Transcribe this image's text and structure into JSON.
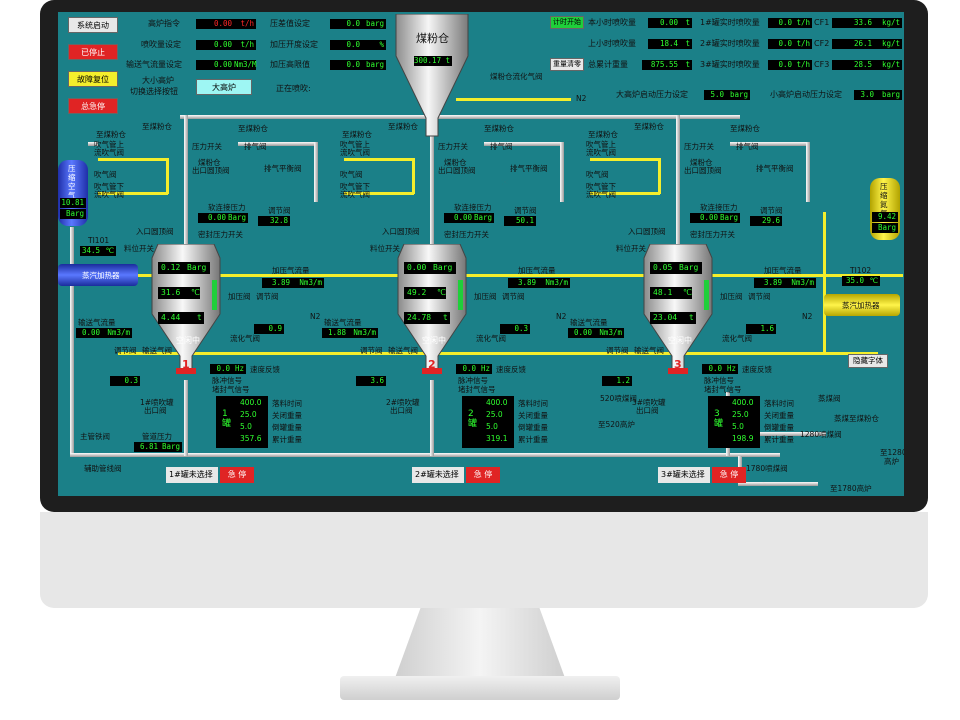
{
  "top_left_buttons": {
    "start": "系统启动",
    "stopped": "已停止",
    "fault_reset": "故障复位",
    "estop": "总急停"
  },
  "setpoints": {
    "hp_cmd_label": "高炉指令",
    "hp_cmd_value": "0.00",
    "hp_cmd_unit": "t/h",
    "spray_set_label": "喷吹量设定",
    "spray_set_value": "0.00",
    "spray_set_unit": "t/h",
    "conv_flow_label": "输送气流量设定",
    "conv_flow_value": "0.00",
    "conv_flow_unit": "Nm3/M",
    "dp_set_label": "压差值设定",
    "dp_set_value": "0.0",
    "dp_set_unit": "barg",
    "press_open_label": "加压开度设定",
    "press_open_value": "0.0",
    "press_open_unit": "%",
    "press_high_label": "加压高限值",
    "press_high_value": "0.0",
    "press_high_unit": "barg"
  },
  "furnace_switch": {
    "label_line1": "大小高炉",
    "label_line2": "切换选择按钮",
    "button": "大高炉",
    "spraying_label": "正在喷吹:"
  },
  "coal_bin": {
    "title": "煤粉仓",
    "value": "300.17",
    "unit": "t",
    "fluid_label": "煤粉仓流化气阀",
    "n2": "N2"
  },
  "top_right": {
    "timer_button": "计时开始",
    "big_hour_label": "本小时喷吹量",
    "big_hour_value": "0.00",
    "big_hour_unit": "t",
    "last_hour_label": "上小时喷吹量",
    "last_hour_value": "18.4",
    "last_hour_unit": "t",
    "reset_button": "重量清零",
    "total_label": "总累计重量",
    "total_value": "875.55",
    "total_unit": "t",
    "tank1_label": "1#罐实时喷吹量",
    "tank1_value": "0.0",
    "tank1_unit": "t/h",
    "cf1_label": "CF1",
    "cf1_value": "33.6",
    "cf1_unit": "kg/t",
    "tank2_label": "2#罐实时喷吹量",
    "tank2_value": "0.0",
    "tank2_unit": "t/h",
    "cf2_label": "CF2",
    "cf2_value": "26.1",
    "cf2_unit": "kg/t",
    "tank3_label": "3#罐实时喷吹量",
    "tank3_value": "0.0",
    "tank3_unit": "t/h",
    "cf3_label": "CF3",
    "cf3_value": "28.5",
    "cf3_unit": "kg/t",
    "big_start_label": "大高炉启动压力设定",
    "big_start_value": "5.0",
    "big_start_unit": "barg",
    "small_start_label": "小高炉启动压力设定",
    "small_start_value": "3.0",
    "small_start_unit": "barg"
  },
  "air_tank": {
    "title": "压缩空气",
    "value": "10.81",
    "unit": "Barg",
    "temp_tag": "TI101",
    "temp_value": "34.5",
    "temp_unit": "℃",
    "heater": "蒸汽加热器"
  },
  "n2_tank": {
    "title": "压缩氮气",
    "value": "9.42",
    "unit": "Barg",
    "temp_tag": "TI102",
    "temp_value": "35.0",
    "temp_unit": "℃",
    "heater": "蒸汽加热器"
  },
  "common_labels": {
    "to_bin": "至煤粉仓",
    "blow_upper": "吹气管上",
    "blow_upper2": "流吹气阀",
    "blow_valve": "吹气阀",
    "blow_lower": "吹气管下",
    "blow_lower2": "流吹气阀",
    "press_switch": "压力开关",
    "exhaust_valve": "排气阀",
    "bin_outlet1": "煤粉仓",
    "bin_outlet2": "出口圆顶阀",
    "exhaust_balance": "排气平衡阀",
    "soft_press": "软连接压力",
    "reg_valve": "调节阀",
    "inlet_dome": "入口圆顶阀",
    "seal_switch": "密封压力开关",
    "level_switch": "料位开关",
    "press_flow": "加压气流量",
    "press_valve": "加压阀",
    "conv_flow": "输送气流量",
    "fluid_valve": "流化气阀",
    "conv_valve": "输送气阀",
    "state": "空闲中",
    "speed_fb": "速度反馈",
    "pulse_sig": "脉冲信号",
    "seal_sig": "堵封气信号",
    "fill_time": "落料时间",
    "close_weight": "关闭重量",
    "tank_weight": "倒罐重量",
    "cum_weight": "累计重量",
    "n2": "N2",
    "tank_word": "罐",
    "unselected": "罐未选择",
    "estop": "急 停"
  },
  "tanks": [
    {
      "index": "1",
      "press": "0.12",
      "press_unit": "Barg",
      "temp": "31.6",
      "temp_unit": "℃",
      "weight": "4.44",
      "weight_unit": "t",
      "soft_press": "0.00",
      "soft_unit": "Barg",
      "reg_open": "32.8",
      "press_flow": "3.89",
      "press_flow_unit": "Nm3/m",
      "press_open": "0.9",
      "conv_flow": "0.00",
      "conv_flow_unit": "Nm3/m",
      "conv_open": "0.3",
      "hz": "0.0",
      "hz_unit": "Hz",
      "outlet1": "1#喷吹罐",
      "outlet2": "出口阀",
      "info_s": "400.0",
      "info_w1": "25.0",
      "info_w2": "5.0",
      "info_cum": "357.6",
      "select": "1#罐未选择"
    },
    {
      "index": "2",
      "press": "0.00",
      "press_unit": "Barg",
      "temp": "49.2",
      "temp_unit": "℃",
      "weight": "24.78",
      "weight_unit": "t",
      "soft_press": "0.00",
      "soft_unit": "Barg",
      "reg_open": "50.1",
      "press_flow": "3.89",
      "press_flow_unit": "Nm3/m",
      "press_open": "0.3",
      "conv_flow": "1.88",
      "conv_flow_unit": "Nm3/m",
      "conv_open": "3.6",
      "hz": "0.0",
      "hz_unit": "Hz",
      "outlet1": "2#喷吹罐",
      "outlet2": "出口阀",
      "info_s": "400.0",
      "info_w1": "25.0",
      "info_w2": "5.0",
      "info_cum": "319.1",
      "select": "2#罐未选择"
    },
    {
      "index": "3",
      "press": "0.05",
      "press_unit": "Barg",
      "temp": "48.1",
      "temp_unit": "℃",
      "weight": "23.04",
      "weight_unit": "t",
      "soft_press": "0.00",
      "soft_unit": "Barg",
      "reg_open": "29.6",
      "press_flow": "3.89",
      "press_flow_unit": "Nm3/m",
      "press_open": "1.6",
      "conv_flow": "0.00",
      "conv_flow_unit": "Nm3/m",
      "conv_open": "1.2",
      "hz": "0.0",
      "hz_unit": "Hz",
      "outlet1": "3#喷吹罐",
      "outlet2": "出口阀",
      "info_s": "400.0",
      "info_w1": "25.0",
      "info_w2": "5.0",
      "info_cum": "198.9",
      "select": "3#罐未选择"
    }
  ],
  "tank3_extra": {
    "v520": "520喷煤阀",
    "to520": "至520高炉"
  },
  "main_line": {
    "label": "主管铁阀",
    "pressure_label": "管道压力",
    "pressure_value": "6.81",
    "pressure_unit": "Barg",
    "aux_label": "辅助管线阀"
  },
  "right_area": {
    "hide_button": "隐藏字体",
    "return_valve": "蒸煤阀",
    "return_to_bin": "蒸煤至煤粉仓",
    "v1280": "1280喷煤阀",
    "to1280_1": "至1280",
    "to1280_2": "高炉",
    "v1780": "1780喷煤阀",
    "to1780": "至1780高炉"
  },
  "colors": {
    "screen_bg": "#1b8088",
    "value_green": "#2fff2f",
    "value_red": "#ff2828",
    "pipe_yellow": "#f4ee2c",
    "valve_red": "#e02424",
    "valve_green": "#1fcf3a"
  }
}
